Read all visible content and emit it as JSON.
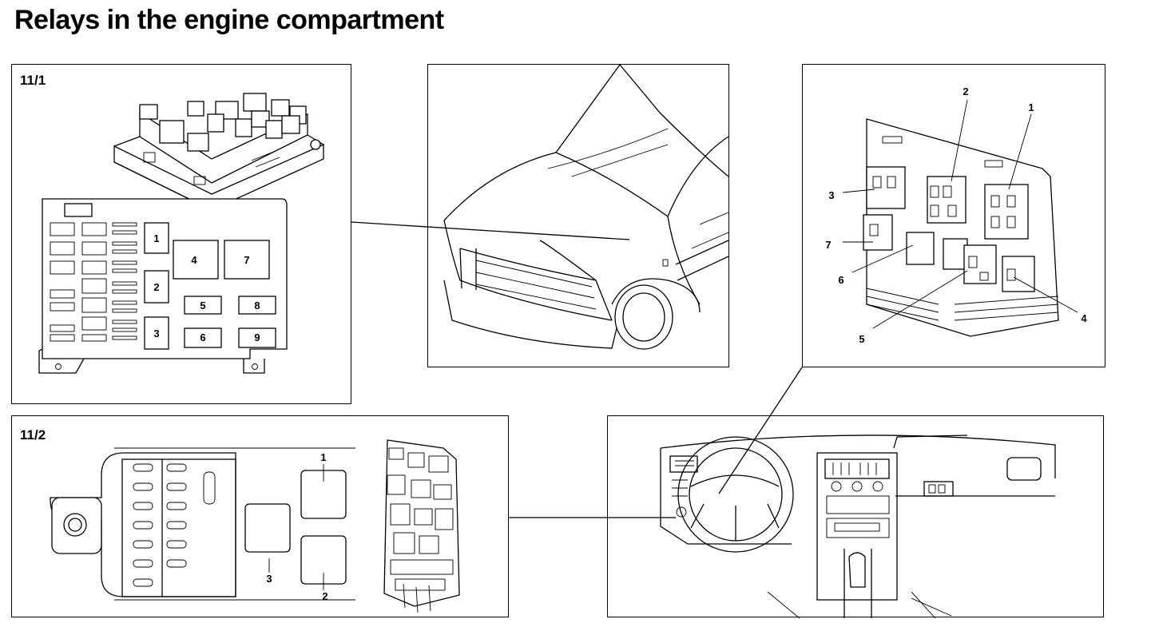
{
  "page": {
    "title": "Relays in the engine compartment"
  },
  "panels": {
    "p11_1": {
      "label": "11/1",
      "relays": [
        "1",
        "2",
        "3",
        "4",
        "5",
        "6",
        "7",
        "8",
        "9"
      ]
    },
    "car": {},
    "relay_box": {
      "callouts": [
        "2",
        "1",
        "3",
        "7",
        "6",
        "5",
        "4"
      ]
    },
    "p11_2": {
      "label": "11/2",
      "relays": [
        "1",
        "3",
        "2"
      ]
    },
    "dashboard": {}
  }
}
